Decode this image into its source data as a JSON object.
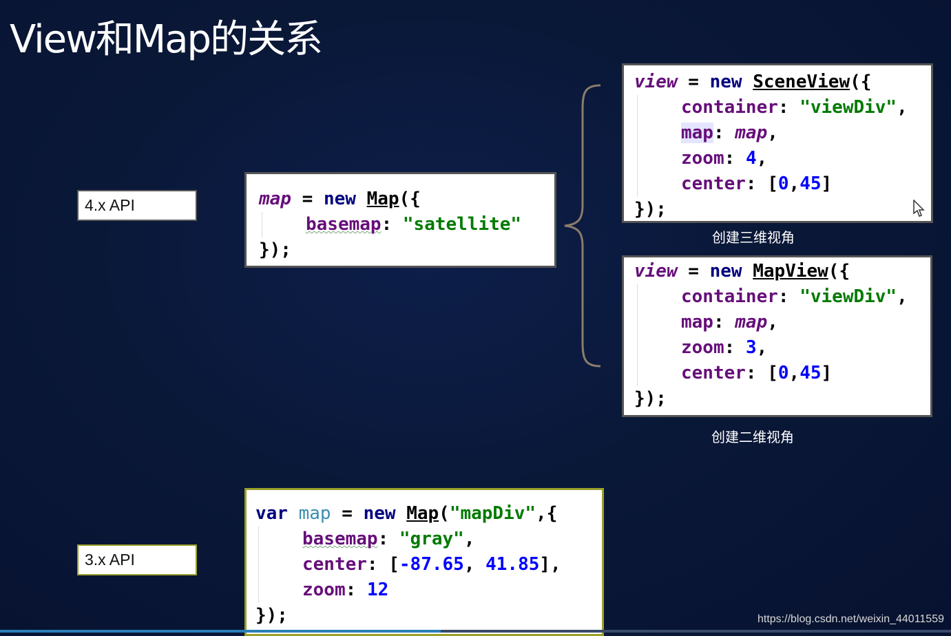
{
  "title": "View和Map的关系",
  "labels": {
    "api4": "4.x API",
    "api3": "3.x API"
  },
  "code_map4": {
    "l1_var": "map",
    "l1_eq": " = ",
    "l1_new": "new",
    "l1_ctor": "Map",
    "l1_open": "({",
    "l2_key": "basemap",
    "l2_colon": ": ",
    "l2_val": "\"satellite\"",
    "l3": "});"
  },
  "code_scene": {
    "l1_var": "view",
    "l1_eq": " = ",
    "l1_new": "new",
    "l1_ctor": "SceneView",
    "l1_open": "({",
    "container_key": "container",
    "container_val": "\"viewDiv\"",
    "map_key": "map",
    "map_val": "map",
    "zoom_key": "zoom",
    "zoom_val": "4",
    "center_key": "center",
    "center_a": "0",
    "center_b": "45",
    "close": "});"
  },
  "code_mapview": {
    "l1_var": "view",
    "l1_eq": " = ",
    "l1_new": "new",
    "l1_ctor": "MapView",
    "l1_open": "({",
    "container_key": "container",
    "container_val": "\"viewDiv\"",
    "map_key": "map",
    "map_val": "map",
    "zoom_key": "zoom",
    "zoom_val": "3",
    "center_key": "center",
    "center_a": "0",
    "center_b": "45",
    "close": "});"
  },
  "code_map3": {
    "l1_kw": "var",
    "l1_var": "map",
    "l1_eq": " = ",
    "l1_new": "new",
    "l1_ctor": "Map",
    "l1_str": "\"mapDiv\"",
    "basemap_key": "basemap",
    "basemap_val": "\"gray\"",
    "center_key": "center",
    "center_a": "-87.65",
    "center_b": "41.85",
    "zoom_key": "zoom",
    "zoom_val": "12",
    "close": "});"
  },
  "captions": {
    "scene": "创建三维视角",
    "mapview": "创建二维视角"
  },
  "watermark": "https://blog.csdn.net/weixin_44011559",
  "icons": {
    "brace": "curly-brace-icon",
    "cursor": "mouse-cursor-icon"
  },
  "colors": {
    "background": "#0a1838",
    "keyword": "#000080",
    "property": "#660e7a",
    "string": "#007a00",
    "number": "#0000ff",
    "green_border": "#9aa12a"
  }
}
